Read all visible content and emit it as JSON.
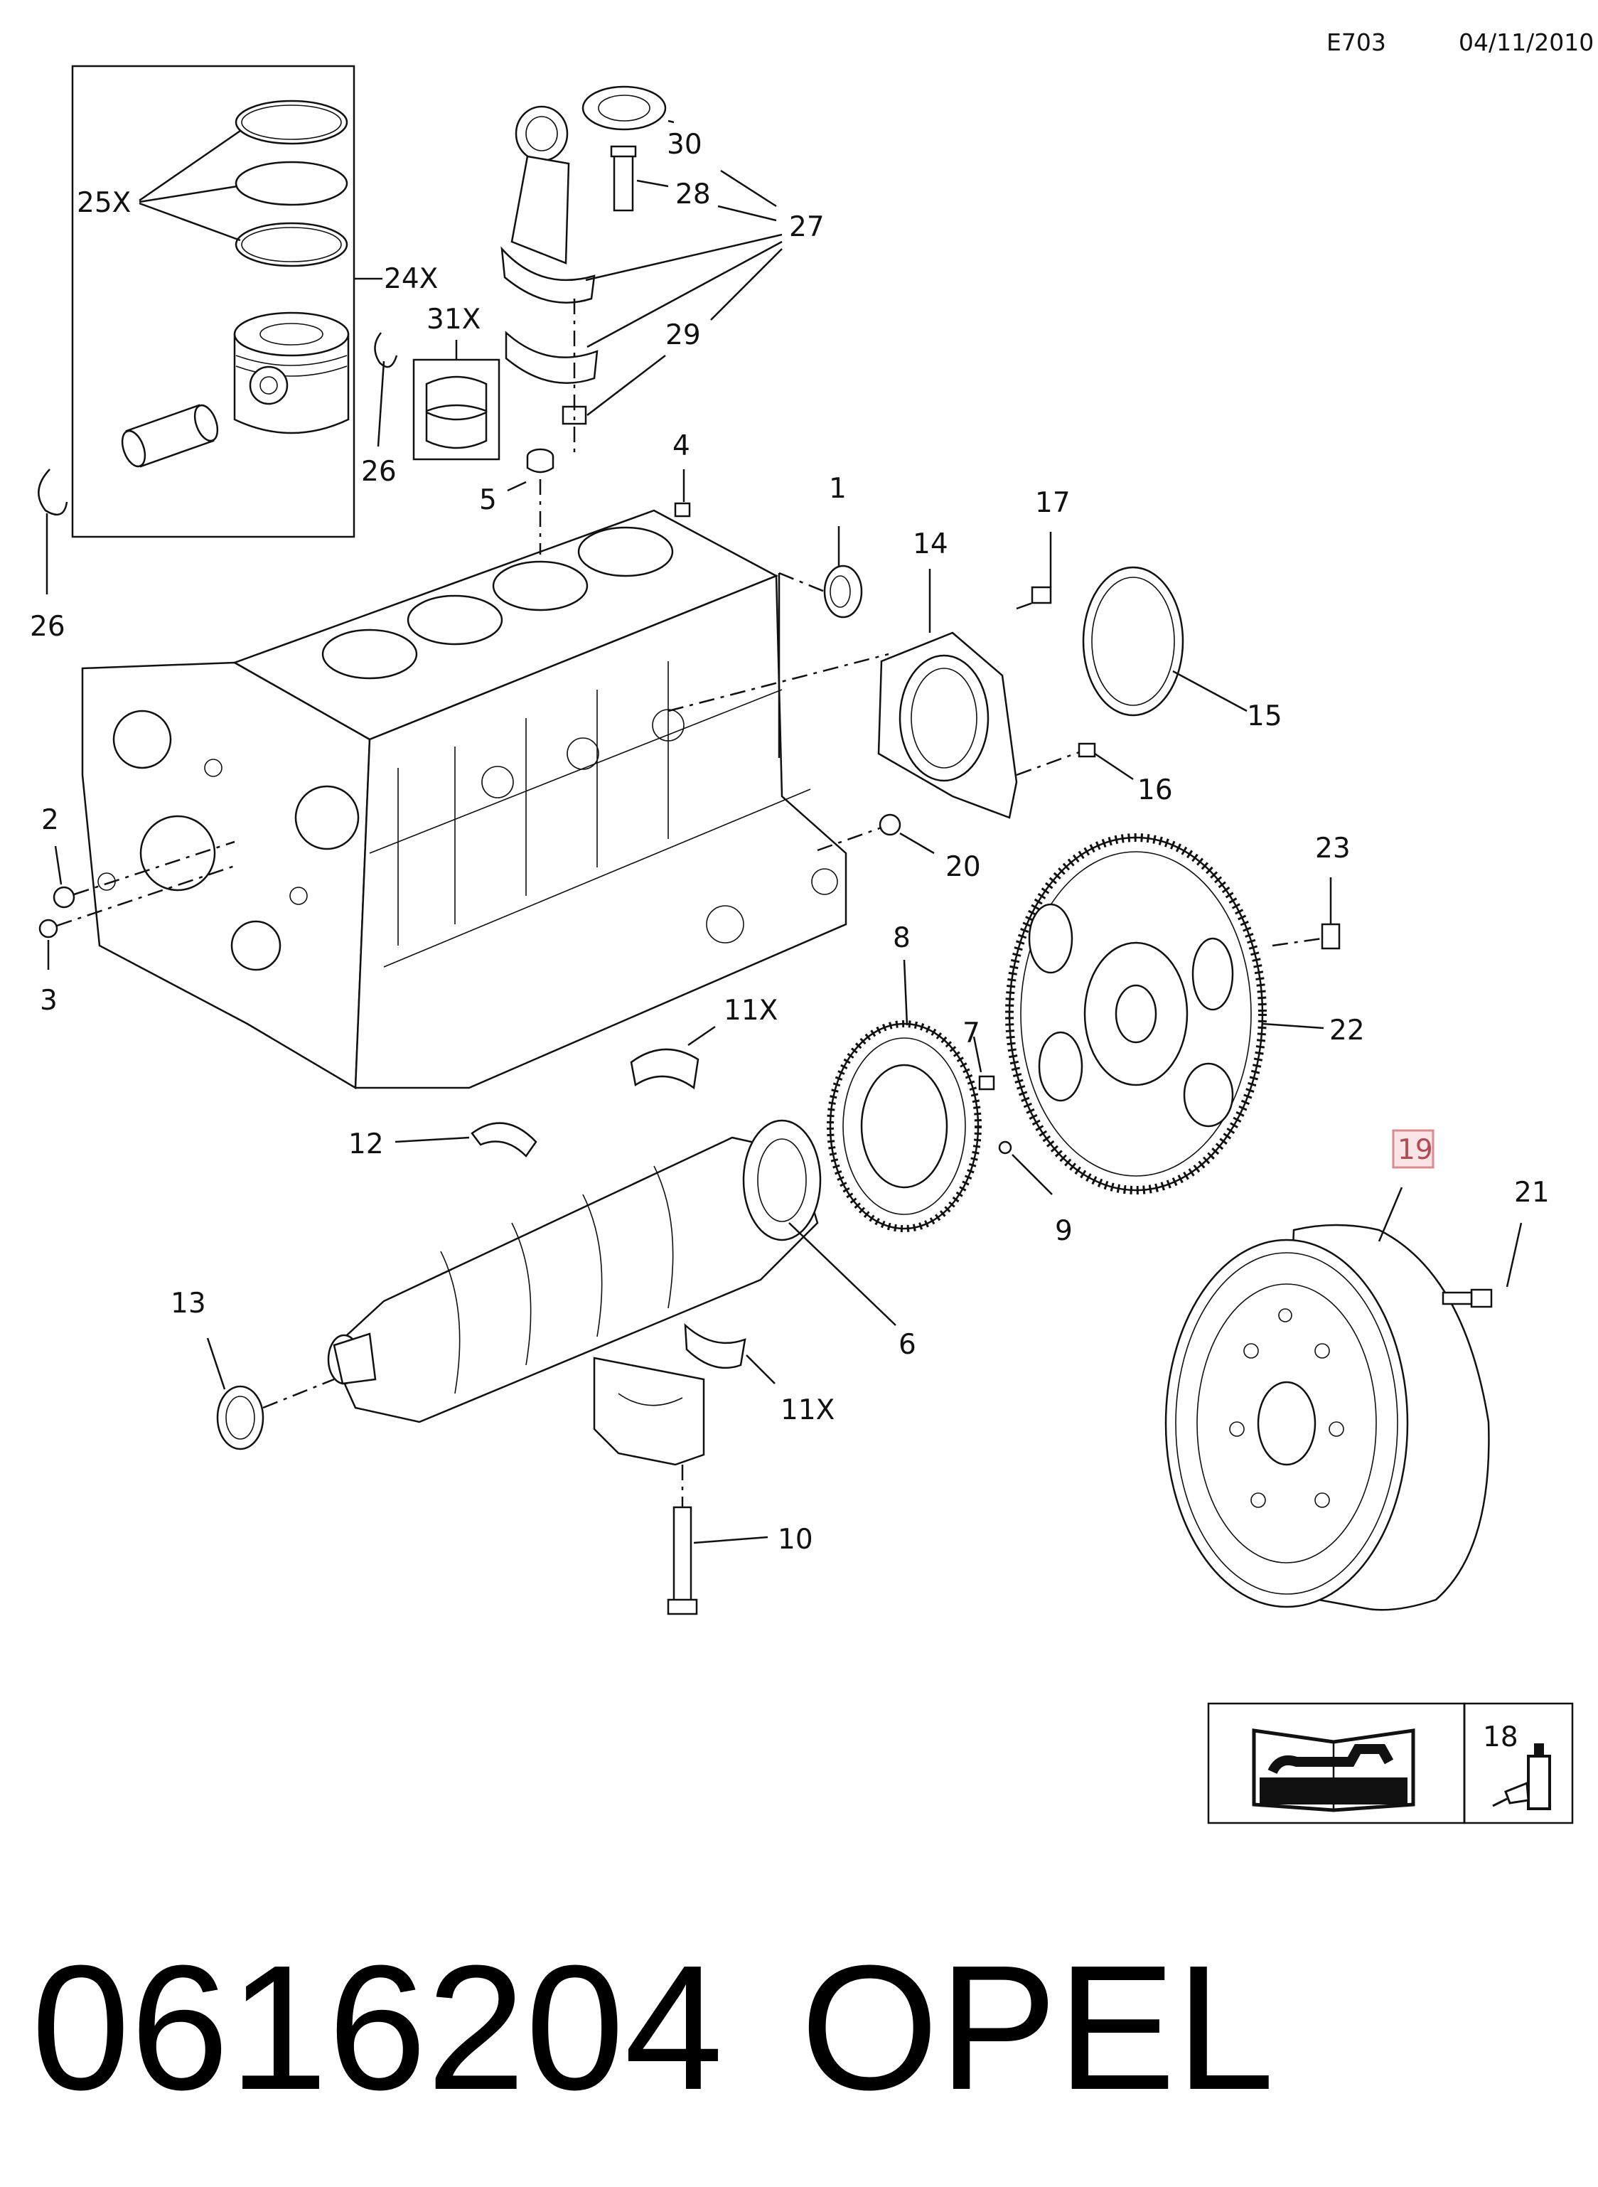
{
  "header": {
    "code": "E703",
    "date": "04/11/2010"
  },
  "footer": {
    "part_number": "0616204",
    "brand": "OPEL"
  },
  "legend": {
    "sealant_callout": "18"
  },
  "callouts": {
    "c1": "1",
    "c2": "2",
    "c3": "3",
    "c4": "4",
    "c5": "5",
    "c6": "6",
    "c7": "7",
    "c8": "8",
    "c9": "9",
    "c10": "10",
    "c11a": "11X",
    "c11b": "11X",
    "c12": "12",
    "c13": "13",
    "c14": "14",
    "c15": "15",
    "c16": "16",
    "c17": "17",
    "c19": "19",
    "c20": "20",
    "c21": "21",
    "c22": "22",
    "c23": "23",
    "c24": "24X",
    "c25": "25X",
    "c26a": "26",
    "c26b": "26",
    "c27": "27",
    "c28": "28",
    "c29": "29",
    "c30": "30",
    "c31": "31X"
  },
  "colors": {
    "line": "#111111",
    "highlight_fill": "#fbe4e6",
    "highlight_stroke": "#d98b93"
  }
}
